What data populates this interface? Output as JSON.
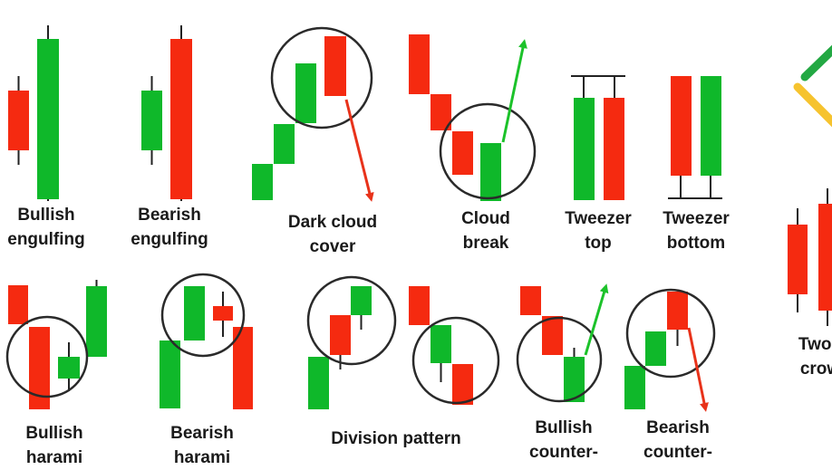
{
  "colors": {
    "bull": "#0fb82a",
    "bear": "#f52a10",
    "wick": "#222222",
    "circle": "#2a2a2a",
    "arrow_up": "#1cc22a",
    "arrow_down": "#e8321a",
    "accent_green": "#23a843",
    "accent_yellow": "#f6c32e"
  },
  "patterns": [
    {
      "id": "bullish-engulfing",
      "line1": "Bullish",
      "line2": "engulfing"
    },
    {
      "id": "bearish-engulfing",
      "line1": "Bearish",
      "line2": "engulfing"
    },
    {
      "id": "dark-cloud-cover",
      "line1": "Dark cloud",
      "line2": "cover"
    },
    {
      "id": "cloud-break",
      "line1": "Cloud",
      "line2": "break"
    },
    {
      "id": "tweezer-top",
      "line1": "Tweezer",
      "line2": "top"
    },
    {
      "id": "tweezer-bottom",
      "line1": "Tweezer",
      "line2": "bottom"
    },
    {
      "id": "two-f-crow",
      "line1": "Two f",
      "line2": "crow"
    },
    {
      "id": "bullish-harami",
      "line1": "Bullish",
      "line2": "harami"
    },
    {
      "id": "bearish-harami",
      "line1": "Bearish",
      "line2": "harami"
    },
    {
      "id": "division-pattern",
      "line1": "Division pattern",
      "line2": ""
    },
    {
      "id": "bullish-counter",
      "line1": "Bullish",
      "line2": "counter-"
    },
    {
      "id": "bearish-counter",
      "line1": "Bearish",
      "line2": "counter-"
    }
  ]
}
